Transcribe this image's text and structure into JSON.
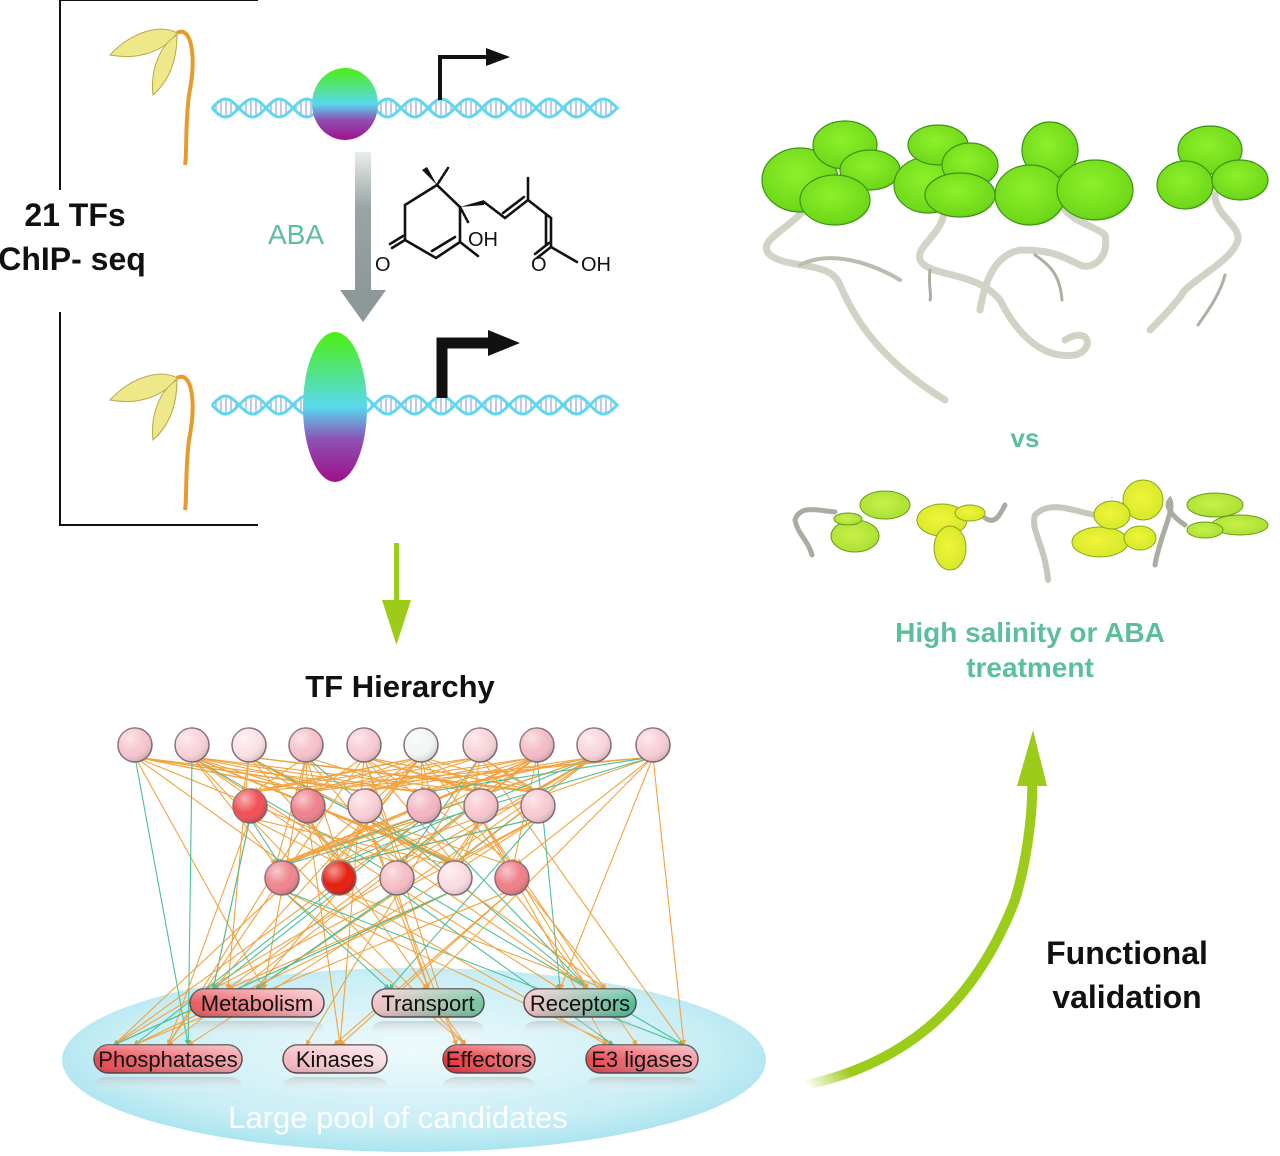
{
  "left_panel": {
    "bracket_label_line1": "21 TFs",
    "bracket_label_line2": "ChIP- seq",
    "treatment_label": "ABA",
    "molecule": {
      "name": "abscisic acid",
      "atom_labels": [
        "OH",
        "O",
        "O",
        "OH"
      ]
    }
  },
  "hierarchy": {
    "title": "TF Hierarchy",
    "levels": [
      {
        "name": "top",
        "nodes": [
          "#f7c6cf",
          "#f9d3da",
          "#fbe2e6",
          "#f6c2cb",
          "#f8ccd4",
          "#f1f7f3",
          "#f9d5db",
          "#f4bcc7",
          "#f9d6dc",
          "#f8cfd6"
        ]
      },
      {
        "name": "middle",
        "nodes": [
          "#f14f55",
          "#ef828c",
          "#f9cfd6",
          "#f4b6c1",
          "#f8c6cf",
          "#f8cad2"
        ]
      },
      {
        "name": "bottom",
        "nodes": [
          "#ef858f",
          "#e51f10",
          "#f6bdc7",
          "#f9dde2",
          "#ef7f89"
        ]
      }
    ],
    "edge_colors": {
      "primary": "#f2a340",
      "secondary": "#4cbf9a"
    }
  },
  "candidates": {
    "pool_label": "Large pool of candidates",
    "row1": [
      {
        "label": "Metabolism",
        "from": "#e8595d",
        "to": "#f7c4cb"
      },
      {
        "label": "Transport",
        "from": "#f7c4cb",
        "to": "#6fc5a0"
      },
      {
        "label": "Receptors",
        "from": "#f7c4cb",
        "to": "#4cbf9a"
      }
    ],
    "row2": [
      {
        "label": "Phosphatases",
        "from": "#e8454c",
        "to": "#f4aab3"
      },
      {
        "label": "Kinases",
        "from": "#f4b6c0",
        "to": "#fbe1e5"
      },
      {
        "label": "Effectors",
        "from": "#e82f35",
        "to": "#f28a92"
      },
      {
        "label": "E3 ligases",
        "from": "#e8454c",
        "to": "#f4a6af"
      }
    ]
  },
  "right_panel": {
    "comparison_label": "vs",
    "stress_label_line1": "High salinity or ABA",
    "stress_label_line2": "treatment",
    "validation_label_line1": "Functional",
    "validation_label_line2": "validation"
  },
  "colors": {
    "accent_green": "#9ccc1a",
    "teal_text": "#5bbf9a",
    "leaf_green": "#7ee01c",
    "stressed_leaf": "#dcea2a",
    "dna": "#5fd8ef",
    "tf_top": "#4cf010",
    "tf_bottom": "#a0138a"
  }
}
